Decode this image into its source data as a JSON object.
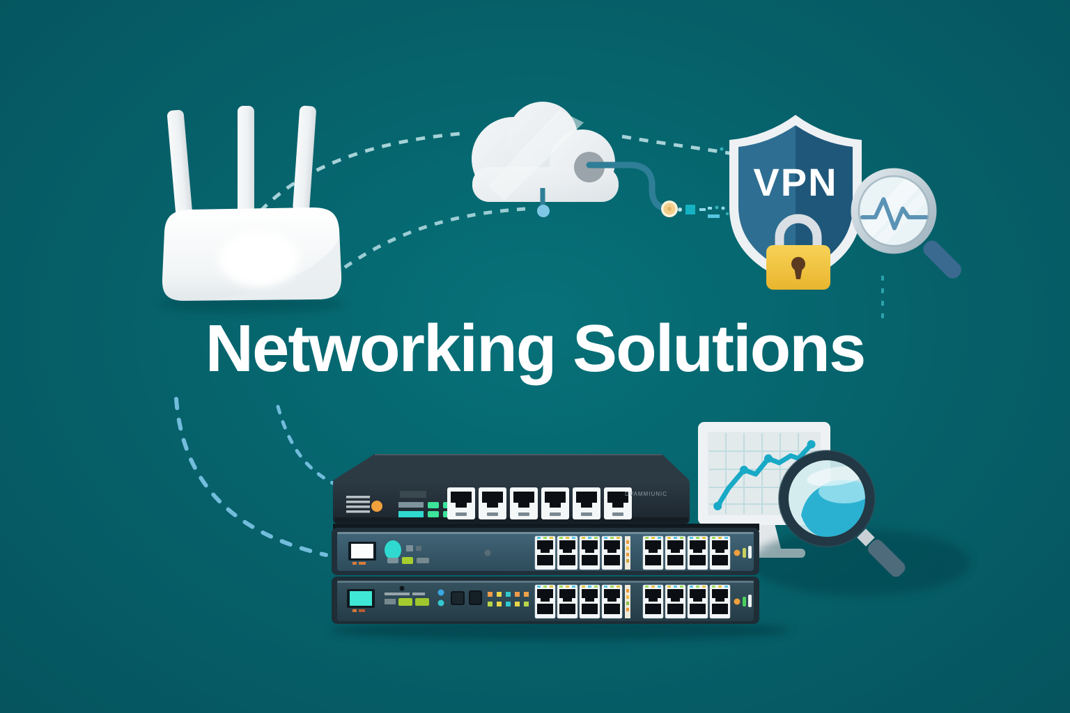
{
  "title": {
    "text": "Networking Solutions"
  },
  "vpn_shield": {
    "label": "VPN"
  },
  "rack": {
    "unit1": {
      "brand_label": "DVAMMIUNIC",
      "port_count": 6
    },
    "unit2": {
      "banks": 2,
      "modules_per_bank": 4,
      "ports_per_module": 2
    },
    "unit3": {
      "banks": 2,
      "modules_per_bank": 4,
      "ports_per_module": 2,
      "led_grid": [
        [
          "#f09a4a",
          "#e8d44a",
          "#2fc8ce",
          "#f09a4a",
          "#f0a24a"
        ],
        [
          "#b8d44a",
          "#e8d44a",
          "#2fc8ce",
          "#e8d44a",
          "#b8d44a"
        ]
      ]
    }
  },
  "monitor_chart": {
    "type": "line",
    "points_norm": [
      [
        0.03,
        0.95
      ],
      [
        0.14,
        0.7
      ],
      [
        0.3,
        0.44
      ],
      [
        0.42,
        0.5
      ],
      [
        0.55,
        0.28
      ],
      [
        0.66,
        0.34
      ],
      [
        0.78,
        0.24
      ],
      [
        0.86,
        0.28
      ],
      [
        0.99,
        0.08
      ]
    ],
    "dot_indices": [
      0,
      2,
      4,
      8
    ],
    "line_color": "#18a9c6"
  },
  "magnifier_pulse": {
    "points_norm": [
      [
        0.0,
        0.5
      ],
      [
        0.2,
        0.5
      ],
      [
        0.33,
        0.04
      ],
      [
        0.5,
        0.78
      ],
      [
        0.63,
        0.28
      ],
      [
        0.72,
        0.5
      ],
      [
        1.0,
        0.5
      ]
    ],
    "color": "#5b93b5"
  },
  "port_led_colors": [
    "#58c8e8",
    "#9fe05a",
    "#e8c83c"
  ],
  "colors": {
    "bg_center": "#077179",
    "bg_edge": "#05545e",
    "accent_cyan": "#2fd9cf",
    "dash_light": "#a6d2d8",
    "dash_blue": "#72bcdc",
    "dash_teal": "#2aa2ac",
    "shield_blue": "#2e6e92",
    "shield_blue_dark": "#1f577a",
    "lock_yellow": "#f3c63e",
    "led_green": "#3ce39a",
    "led_orange": "#f0a03c",
    "chart_teal": "#18a9c6",
    "lens_cyan": "#2ab1d1",
    "cable_teal": "#2f7e97",
    "node_blue": "#7ec8e6",
    "title_white": "#ffffff"
  },
  "scene_elements": [
    "wifi-router",
    "cloud",
    "vpn-shield",
    "padlock",
    "pulse-magnifier",
    "data-connector",
    "network-switch",
    "network-switch",
    "network-switch",
    "analytics-monitor",
    "analytics-magnifier"
  ]
}
